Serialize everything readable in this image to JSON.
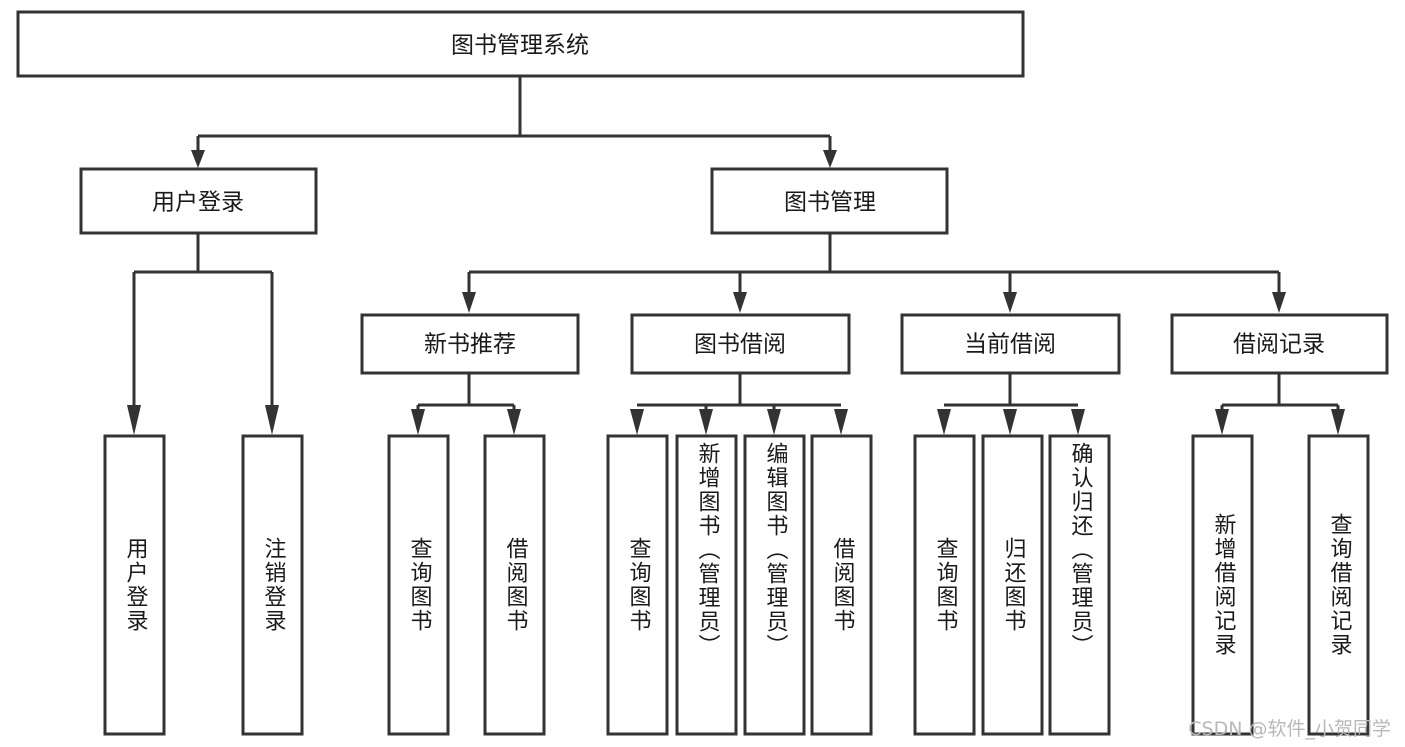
{
  "diagram": {
    "type": "tree",
    "title": "图书管理系统",
    "watermark": "CSDN @软件_小贺同学",
    "root": {
      "id": "root",
      "label": "图书管理系统",
      "orientation": "horizontal"
    },
    "level2": [
      {
        "id": "user-login",
        "label": "用户登录",
        "orientation": "horizontal"
      },
      {
        "id": "book-manage",
        "label": "图书管理",
        "orientation": "horizontal"
      }
    ],
    "level3": [
      {
        "id": "new-book-recommend",
        "label": "新书推荐",
        "orientation": "horizontal",
        "parent": "book-manage"
      },
      {
        "id": "book-borrow",
        "label": "图书借阅",
        "orientation": "horizontal",
        "parent": "book-manage"
      },
      {
        "id": "current-borrow",
        "label": "当前借阅",
        "orientation": "horizontal",
        "parent": "book-manage"
      },
      {
        "id": "borrow-record",
        "label": "借阅记录",
        "orientation": "horizontal",
        "parent": "book-manage"
      }
    ],
    "leaves": [
      {
        "id": "leaf-user-login",
        "label": "用户登录",
        "orientation": "vertical",
        "parent": "user-login",
        "align": "center"
      },
      {
        "id": "leaf-user-logout",
        "label": "注销登录",
        "orientation": "vertical",
        "parent": "user-login",
        "align": "center"
      },
      {
        "id": "leaf-query-book-1",
        "label": "查询图书",
        "orientation": "vertical",
        "parent": "new-book-recommend",
        "align": "center"
      },
      {
        "id": "leaf-borrow-book-1",
        "label": "借阅图书",
        "orientation": "vertical",
        "parent": "new-book-recommend",
        "align": "center"
      },
      {
        "id": "leaf-query-book-2",
        "label": "查询图书",
        "orientation": "vertical",
        "parent": "book-borrow",
        "align": "center"
      },
      {
        "id": "leaf-add-book-admin",
        "label": "新增图书（管理员）",
        "orientation": "vertical",
        "parent": "book-borrow",
        "align": "top"
      },
      {
        "id": "leaf-edit-book-admin",
        "label": "编辑图书（管理员）",
        "orientation": "vertical",
        "parent": "book-borrow",
        "align": "top"
      },
      {
        "id": "leaf-borrow-book-2",
        "label": "借阅图书",
        "orientation": "vertical",
        "parent": "book-borrow",
        "align": "center"
      },
      {
        "id": "leaf-query-book-3",
        "label": "查询图书",
        "orientation": "vertical",
        "parent": "current-borrow",
        "align": "center"
      },
      {
        "id": "leaf-return-book",
        "label": "归还图书",
        "orientation": "vertical",
        "parent": "current-borrow",
        "align": "center"
      },
      {
        "id": "leaf-confirm-return-admin",
        "label": "确认归还（管理员）",
        "orientation": "vertical",
        "parent": "current-borrow",
        "align": "top"
      },
      {
        "id": "leaf-add-borrow-record",
        "label": "新增借阅记录",
        "orientation": "vertical",
        "parent": "borrow-record",
        "align": "center"
      },
      {
        "id": "leaf-query-borrow-record",
        "label": "查询借阅记录",
        "orientation": "vertical",
        "parent": "borrow-record",
        "align": "center"
      }
    ],
    "colors": {
      "stroke": "#333333",
      "fill": "#ffffff",
      "text": "#1a1a1a",
      "watermark": "#b8b8b8"
    }
  }
}
